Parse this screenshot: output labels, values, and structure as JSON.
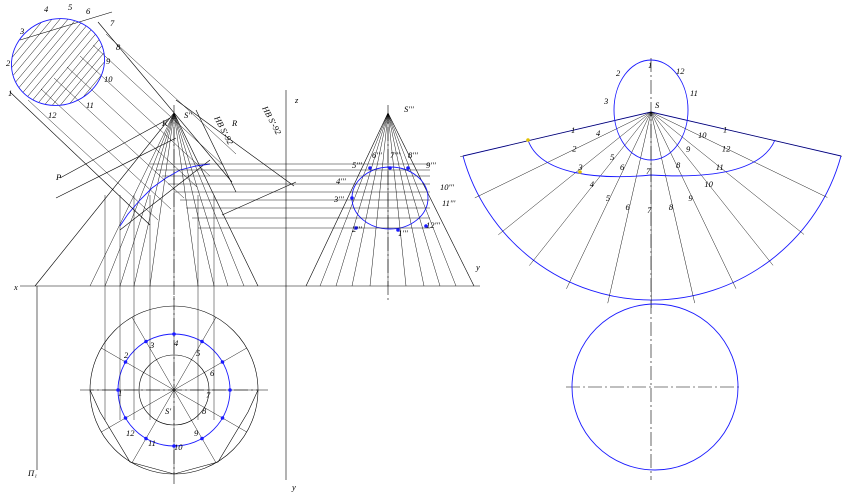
{
  "labels": {
    "apex_front": "S''",
    "apex_right": "S'''",
    "apex_top": "S'",
    "apex_dev": "S",
    "axis_z": "z",
    "axis_y1": "y",
    "axis_y2": "y",
    "axis_x": "x",
    "dim_a": "HB S'-92",
    "dim_b": "HB S'-92",
    "dim_c": "R",
    "dim_d": "R",
    "pt_k": "K",
    "pt_p": "P",
    "aux_plane": "Π₁",
    "section_left": [
      "1",
      "2",
      "3",
      "4",
      "5",
      "6",
      "7",
      "8",
      "9",
      "10",
      "11",
      "12"
    ],
    "right_view": [
      "5'''",
      "6'''",
      "7'''",
      "8'''",
      "4'''",
      "9'''",
      "10'''",
      "3'''",
      "11'''",
      "2'''",
      "12'''",
      "1'''"
    ],
    "top_view": [
      "2",
      "3",
      "4",
      "5",
      "6",
      "7",
      "1",
      "12",
      "11",
      "10",
      "9",
      "8"
    ],
    "dev_outer": [
      "1",
      "2",
      "3",
      "4",
      "5",
      "6",
      "7",
      "8",
      "9",
      "10",
      "11",
      "12",
      "1"
    ],
    "dev_inner": [
      "1",
      "2",
      "3",
      "4",
      "5",
      "6",
      "7",
      "8",
      "9",
      "10",
      "11",
      "12"
    ],
    "ellipse_dev": [
      "2",
      "1",
      "12",
      "3",
      "11",
      "4",
      "10",
      "5",
      "9",
      "6",
      "8",
      "7"
    ]
  },
  "colors": {
    "line": "#000000",
    "contour": "#1a1aff",
    "marker": "#e0c000"
  }
}
